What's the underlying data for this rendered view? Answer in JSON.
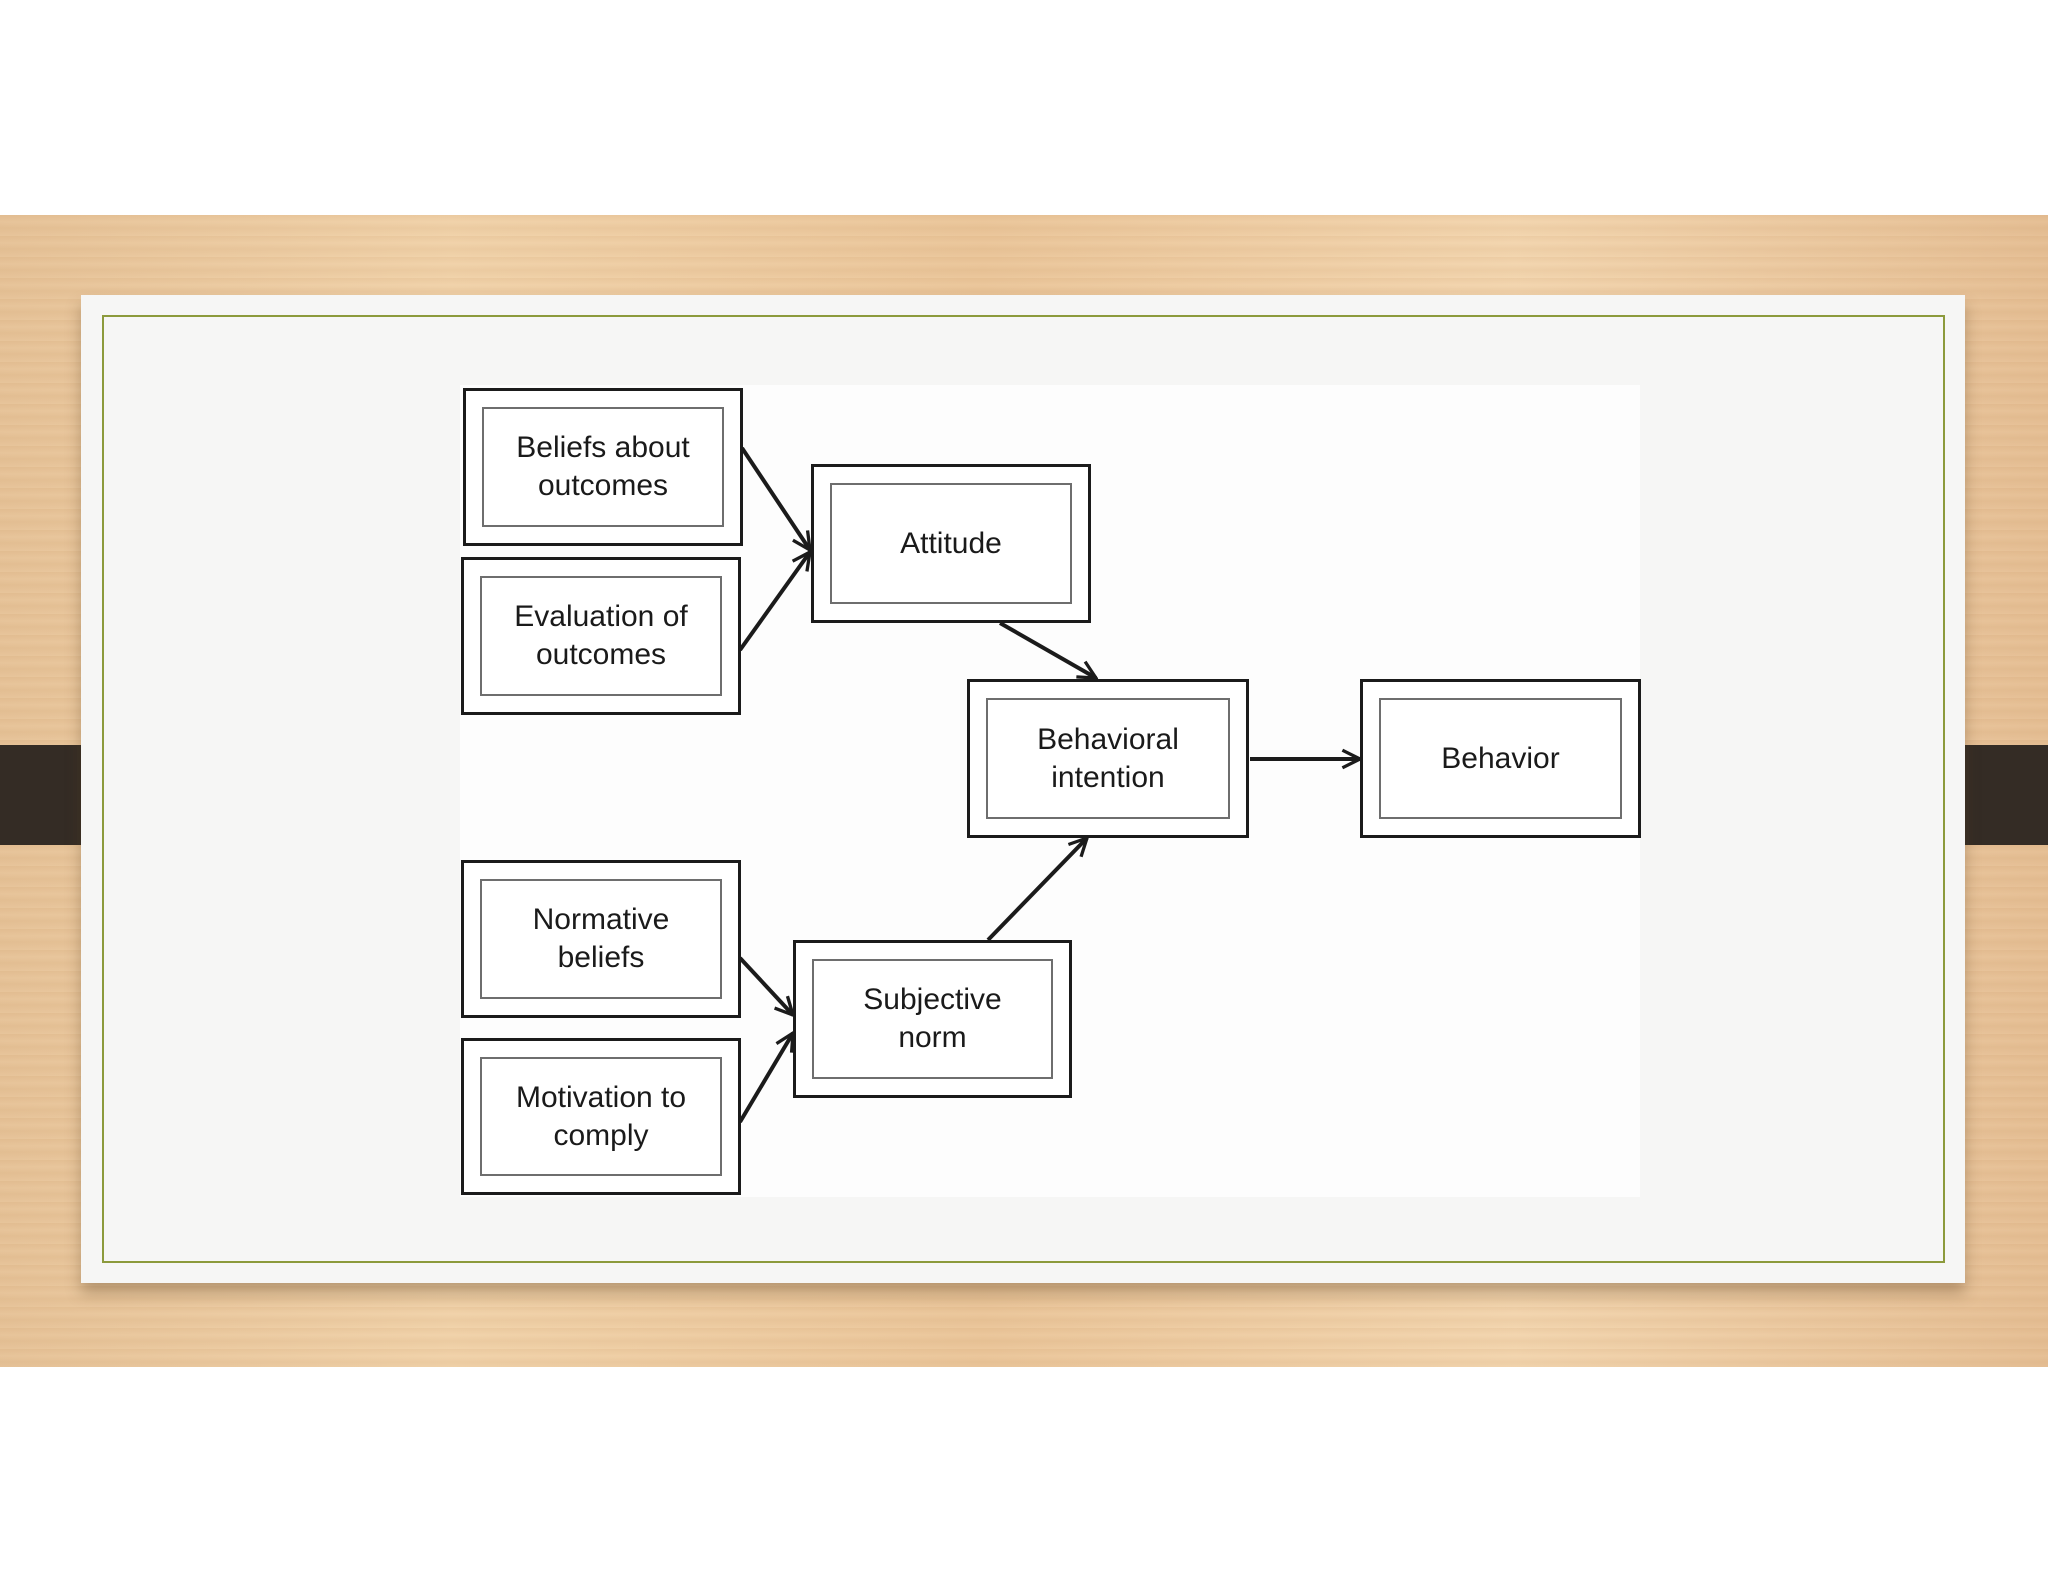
{
  "slide": {
    "accent_color": "#8c9a3c",
    "background": "wood"
  },
  "diagram": {
    "nodes": {
      "beliefs": "Beliefs about\noutcomes",
      "evaluation": "Evaluation of\noutcomes",
      "attitude": "Attitude",
      "intention": "Behavioral\nintention",
      "behavior": "Behavior",
      "normative": "Normative\nbeliefs",
      "motivation": "Motivation to\ncomply",
      "subjective": "Subjective\nnorm"
    },
    "edges": [
      [
        "beliefs",
        "attitude"
      ],
      [
        "evaluation",
        "attitude"
      ],
      [
        "attitude",
        "intention"
      ],
      [
        "normative",
        "subjective"
      ],
      [
        "motivation",
        "subjective"
      ],
      [
        "subjective",
        "intention"
      ],
      [
        "intention",
        "behavior"
      ]
    ]
  }
}
